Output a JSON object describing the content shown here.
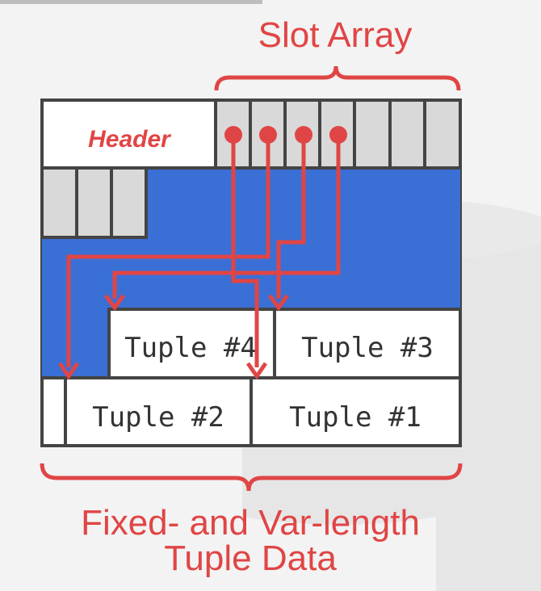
{
  "labels": {
    "slot_array": "Slot Array",
    "header": "Header",
    "tuple_4": "Tuple #4",
    "tuple_3": "Tuple #3",
    "tuple_2": "Tuple #2",
    "tuple_1": "Tuple #1",
    "bottom_line1": "Fixed- and Var-length",
    "bottom_line2": "Tuple Data"
  },
  "colors": {
    "accent_red": "#e04545",
    "free_space_blue": "#3a6fd6",
    "slot_gray": "#d9d9d9",
    "border": "#444444"
  }
}
